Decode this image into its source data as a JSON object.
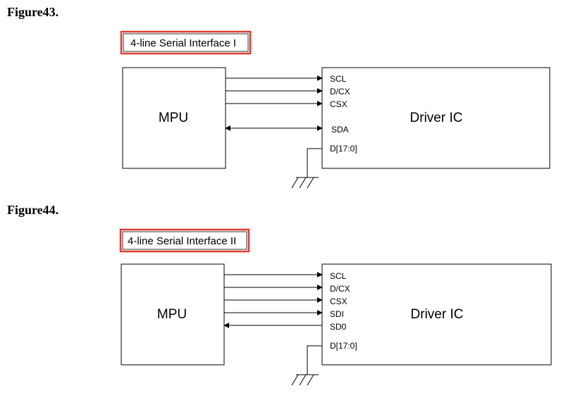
{
  "figures": [
    {
      "heading": "Figure43.",
      "title": "4-line Serial Interface I",
      "mpu_label": "MPU",
      "driver_label": "Driver IC",
      "pins": [
        "SCL",
        "D/CX",
        "CSX",
        "SDA"
      ],
      "grounded_pin": "D[17:0]"
    },
    {
      "heading": "Figure44.",
      "title": "4-line Serial Interface II",
      "mpu_label": "MPU",
      "driver_label": "Driver IC",
      "pins": [
        "SCL",
        "D/CX",
        "CSX",
        "SDI",
        "SD0"
      ],
      "grounded_pin": "D[17:0]"
    }
  ],
  "colors": {
    "title_border": "#e03c31",
    "line": "#000000"
  }
}
